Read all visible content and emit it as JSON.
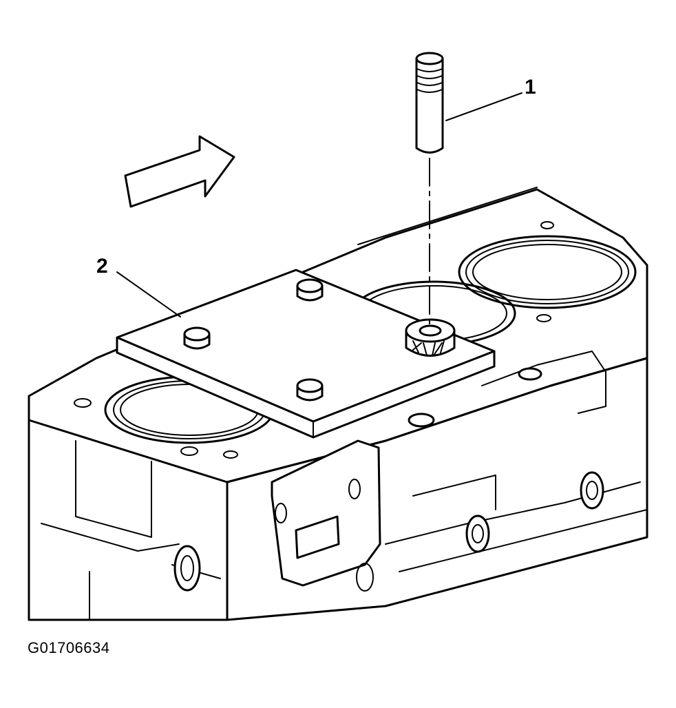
{
  "callouts": [
    {
      "number": "1"
    },
    {
      "number": "2"
    }
  ],
  "figure_id": "G01706634",
  "colors": {
    "line": "#000000",
    "background": "#ffffff"
  }
}
